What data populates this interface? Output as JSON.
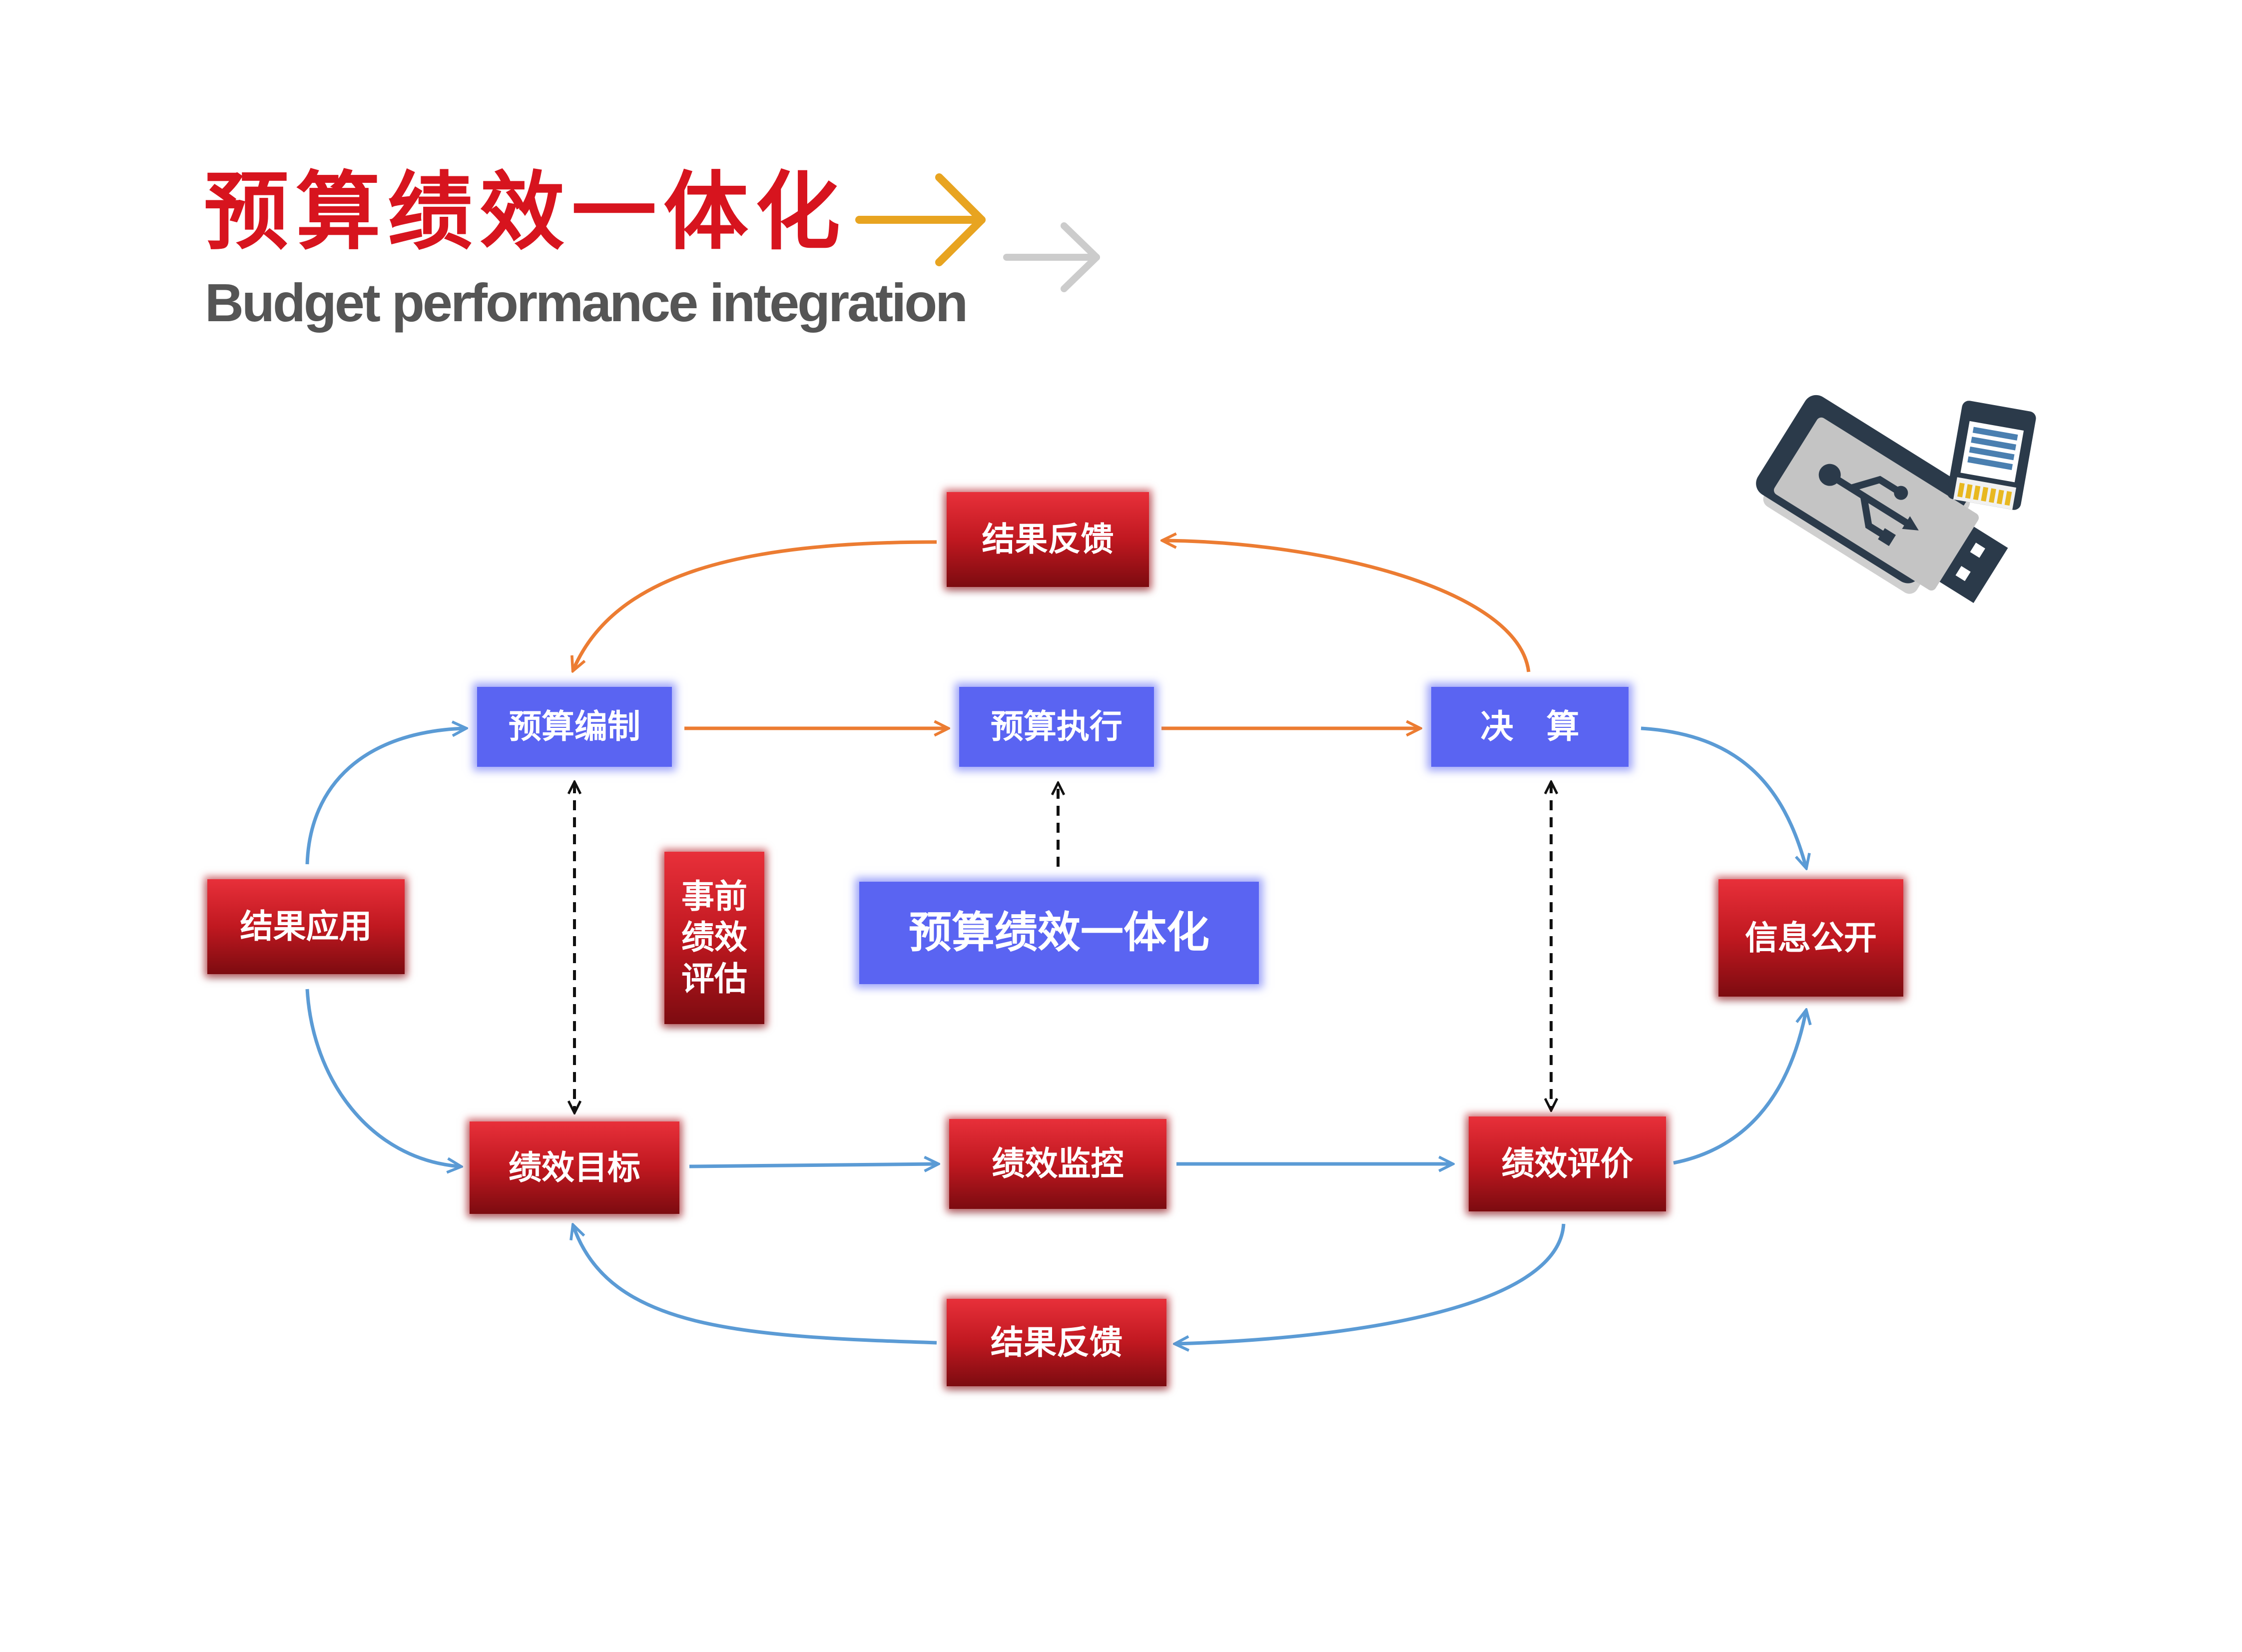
{
  "header": {
    "title_cn": "预算绩效一体化",
    "title_en": "Budget performance integration"
  },
  "colors": {
    "title_red": "#d7141e",
    "subtitle_gray": "#555555",
    "arrow_orange": "#e8a420",
    "arrow_gray": "#cccccc",
    "flow_orange": "#ec7c32",
    "flow_blue": "#5b9bd5",
    "box_red": "#c01820",
    "box_blue": "#5a64f2",
    "usb_dark": "#2b3a4a"
  },
  "diagram": {
    "nodes": {
      "feedback_top": "结果反馈",
      "budget_prep": "预算编制",
      "budget_exec": "预算执行",
      "final_account": "决　算",
      "result_apply": "结果应用",
      "pre_eval": "事前绩效评估",
      "center": "预算绩效一体化",
      "info_public": "信息公开",
      "perf_target": "绩效目标",
      "perf_monitor": "绩效监控",
      "perf_eval": "绩效评价",
      "feedback_bottom": "结果反馈"
    }
  },
  "illustration": {
    "icon": "usb-drive-and-sd-card-icon"
  }
}
